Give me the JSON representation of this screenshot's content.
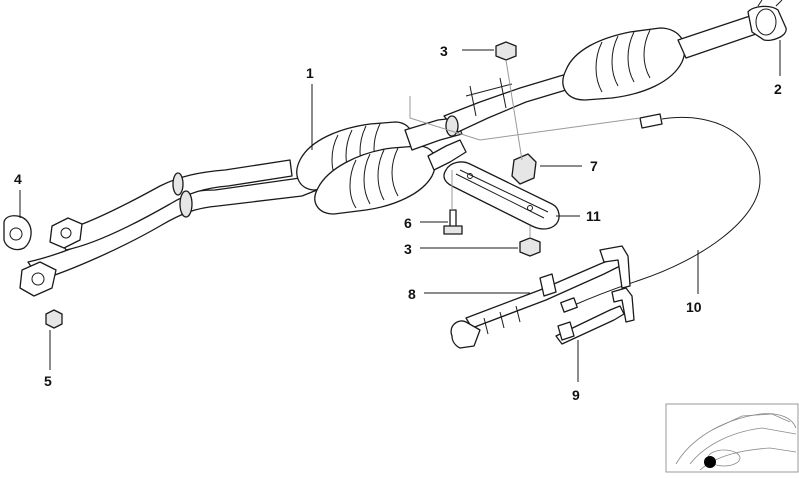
{
  "callouts": [
    {
      "id": "c1",
      "label": "1"
    },
    {
      "id": "c2",
      "label": "2"
    },
    {
      "id": "c3a",
      "label": "3"
    },
    {
      "id": "c3b",
      "label": "3"
    },
    {
      "id": "c4",
      "label": "4"
    },
    {
      "id": "c5",
      "label": "5"
    },
    {
      "id": "c6",
      "label": "6"
    },
    {
      "id": "c7",
      "label": "7"
    },
    {
      "id": "c8",
      "label": "8"
    },
    {
      "id": "c9",
      "label": "9"
    },
    {
      "id": "c10",
      "label": "10"
    },
    {
      "id": "c11",
      "label": "11"
    }
  ],
  "colors": {
    "line": "#1a1a1a",
    "background": "#ffffff",
    "marker": "#000000"
  }
}
